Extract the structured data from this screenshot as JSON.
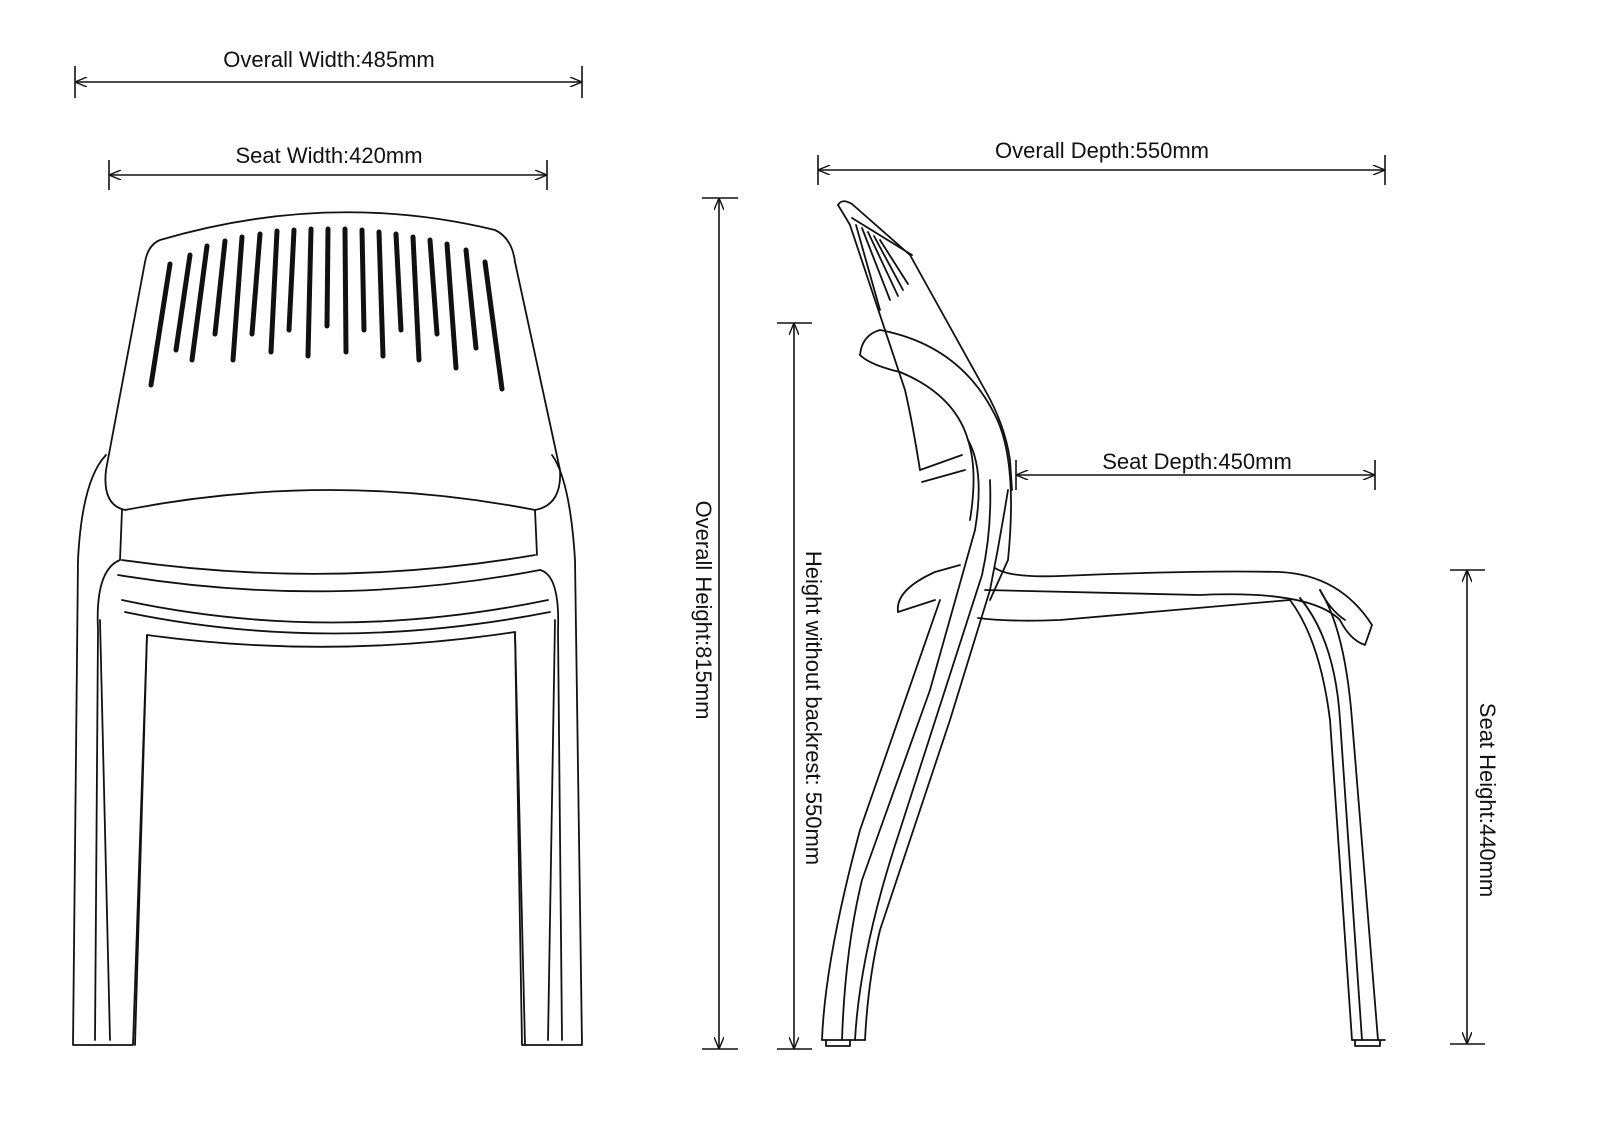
{
  "dimensions": {
    "overall_width": "Overall Width:485mm",
    "seat_width": "Seat Width:420mm",
    "overall_depth": "Overall Depth:550mm",
    "seat_depth": "Seat Depth:450mm",
    "overall_height": "Overall Height:815mm",
    "height_without_backrest": "Height without backrest: 550mm",
    "seat_height": "Seat Height:440mm"
  },
  "colors": {
    "line": "#111111",
    "background": "#ffffff"
  }
}
